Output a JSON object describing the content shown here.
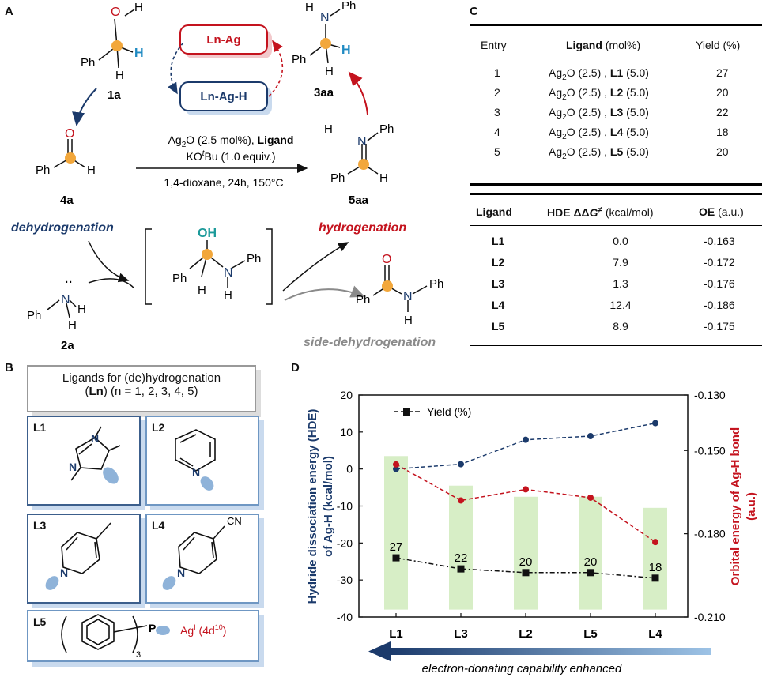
{
  "panels": {
    "a": "A",
    "b": "B",
    "c": "C",
    "d": "D"
  },
  "panel_a": {
    "catalyst_top": "Ln-Ag",
    "catalyst_bottom": "Ln-Ag-H",
    "cond_line1_pre": "Ag",
    "cond_line1_sub": "2",
    "cond_line1_mid": "O (2.5 mol%), ",
    "cond_line1_bold": "Ligand",
    "cond_line2_pre": "KO",
    "cond_line2_sup": "t",
    "cond_line2_post": "Bu (1.0 equiv.)",
    "cond_line3": "1,4-dioxane, 24h, 150°C",
    "c1a": "1a",
    "c4a": "4a",
    "c2a": "2a",
    "c3aa": "3aa",
    "c5aa": "5aa",
    "dehydrogenation": "dehydrogenation",
    "hydrogenation": "hydrogenation",
    "side": "side-dehydrogenation",
    "atoms": {
      "O": "O",
      "H": "H",
      "N": "N",
      "Ph": "Ph",
      "OH": "OH",
      "lonepair": "··"
    }
  },
  "panel_c": {
    "table1_headers": [
      "Entry",
      "Ligand",
      "(mol%)",
      "Yield (%)"
    ],
    "table1_rows": [
      {
        "entry": "1",
        "l": "L1",
        "yield": "27"
      },
      {
        "entry": "2",
        "l": "L2",
        "yield": "20"
      },
      {
        "entry": "3",
        "l": "L3",
        "yield": "22"
      },
      {
        "entry": "4",
        "l": "L4",
        "yield": "18"
      },
      {
        "entry": "5",
        "l": "L5",
        "yield": "20"
      }
    ],
    "reagent_pre": "Ag",
    "reagent_sub": "2",
    "reagent_post": "O (2.5) , ",
    "amount": "(5.0)",
    "table2_headers": {
      "ligand": "Ligand",
      "hde": "HDE ΔΔ",
      "g": "G",
      "ddg_sup": "≠",
      "units": " (kcal/mol)",
      "oe": "OE",
      "oe_units": " (a.u.)"
    },
    "table2_rows": [
      {
        "l": "L1",
        "hde": "0.0",
        "oe": "-0.163"
      },
      {
        "l": "L2",
        "hde": "7.9",
        "oe": "-0.172"
      },
      {
        "l": "L3",
        "hde": "1.3",
        "oe": "-0.176"
      },
      {
        "l": "L4",
        "hde": "12.4",
        "oe": "-0.186"
      },
      {
        "l": "L5",
        "hde": "8.9",
        "oe": "-0.175"
      }
    ]
  },
  "panel_b": {
    "header_line1": "Ligands for  (de)hydrogenation",
    "header_l": "Ln",
    "header_rest": " (n = 1, 2, 3, 4, 5)",
    "labels": [
      "L1",
      "L2",
      "L3",
      "L4",
      "L5"
    ],
    "l4_sub": "CN",
    "l5_sub": "3",
    "l5_P": "P",
    "l5_ag": "Ag",
    "l5_ag_sup": "I",
    "l5_ag_rest": " (4d",
    "l5_ag_sup2": "10",
    "l5_ag_close": ")",
    "atom_N": "N"
  },
  "chart_data": {
    "type": "line",
    "categories": [
      "L1",
      "L3",
      "L2",
      "L5",
      "L4"
    ],
    "series": [
      {
        "name": "Yield (%)",
        "values": [
          -24,
          -27,
          -28,
          -28,
          -29.5
        ],
        "labels": [
          "27",
          "22",
          "20",
          "20",
          "18"
        ],
        "color": "#111111"
      },
      {
        "values": [
          0.0,
          1.3,
          7.9,
          8.9,
          12.4
        ],
        "color": "#1b3a6b"
      },
      {
        "values": [
          -0.155,
          -0.168,
          -0.164,
          -0.167,
          -0.183
        ],
        "color": "#c4131e",
        "axis": "right"
      }
    ],
    "bars": [
      {
        "top": 3.5
      },
      {
        "top": -4.5
      },
      {
        "top": -7.5
      },
      {
        "top": -7.5
      },
      {
        "top": -10.5
      }
    ],
    "bar_bottom": -38,
    "ylabel": "Hydride dissociation energy (HDE) of Ag-H (kcal/mol)",
    "ylabel_line1": "Hydride dissociation energy (HDE)",
    "ylabel_line2": "of Ag-H (kcal/mol)",
    "ylabel_right": "Orbital energy of Ag-H bond (a.u.)",
    "ylabel_right_line1": "Orbital energy of Ag-H bond",
    "ylabel_right_line2": "(a.u.)",
    "ylim": [
      -40,
      20
    ],
    "yticks": [
      "20",
      "10",
      "0",
      "-10",
      "-20",
      "-30",
      "-40"
    ],
    "ylim_right": [
      -0.21,
      -0.13
    ],
    "yticks_right": [
      "-0.130",
      "-0.150",
      "-0.180",
      "-0.210"
    ],
    "arrow_caption": "electron-donating capability enhanced",
    "colors": {
      "bar": "#d7eec6",
      "arrow_dark": "#1b3a6b",
      "arrow_light": "#9dc3e6"
    }
  }
}
